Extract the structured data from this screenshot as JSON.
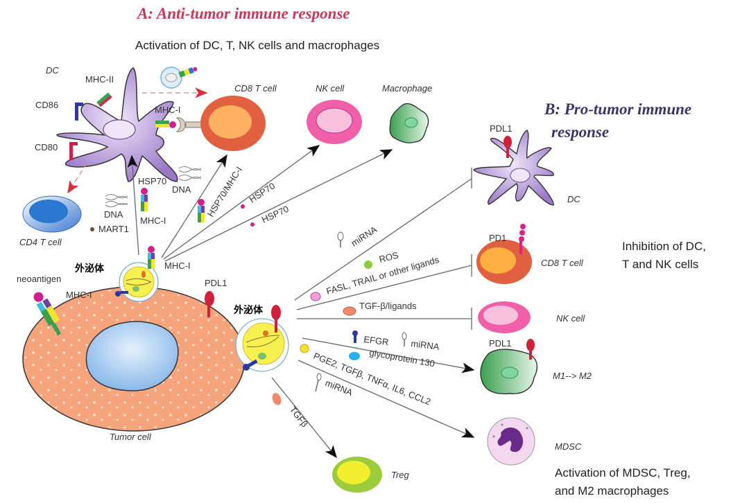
{
  "titles": {
    "section_a": "A: Anti-tumor immune response",
    "section_a_subtitle": "Activation of DC, T, NK cells and macrophages",
    "section_b_line1": "B: Pro-tumor immune",
    "section_b_line2": "response"
  },
  "colors": {
    "title_a": "#c8375a",
    "title_b": "#3a3568",
    "tumor_cytoplasm": "#f5a47c",
    "tumor_nucleus": "#a9cdf0",
    "dc_body": "#b79ad6",
    "cd8_outer": "#e06040",
    "cd8_inner": "#ffb060",
    "nk_outer": "#f060a8",
    "nk_inner": "#f8b8dc",
    "macrophage": "#5cb86c",
    "treg_outer": "#9ccc3c",
    "treg_inner": "#f2ee30",
    "mdsc": "#f3d8ef",
    "exosome": "#f6f050"
  },
  "panel_a": {
    "cells": {
      "dc": "DC",
      "cd4": "CD4 T cell",
      "cd8": "CD8 T cell",
      "nk": "NK cell",
      "macrophage": "Macrophage",
      "tumor": "Tumor cell"
    },
    "dc_markers": {
      "mhc2": "MHC-II",
      "cd86": "CD86",
      "cd80": "CD80",
      "mhc1": "MHC-I"
    },
    "labels": {
      "hsp70_a": "HSP70",
      "dna_a": "DNA",
      "dna_b": "DNA",
      "mhc1_a": "MHC-I",
      "mart1": "MART1",
      "hsp70_mhc1": "HSP70/MHC-I",
      "hsp70_b": "HSP70",
      "hsp70_c": "HSP70",
      "mhc1_exo": "MHC-I",
      "exosome_top": "外泌体",
      "neoantigen": "neoantigen",
      "mhc1_tumor": "MHC-I",
      "pdl1_tumor": "PDL1",
      "exosome_right": "外泌体"
    }
  },
  "panel_b": {
    "cells": {
      "dc": "DC",
      "cd8": "CD8 T cell",
      "nk": "NK cell",
      "m1m2": "M1--> M2",
      "mdsc": "MDSC",
      "treg": "Treg"
    },
    "markers": {
      "pdl1_dc": "PDL1",
      "pd1": "PD1",
      "pdl1_mac": "PDL1"
    },
    "signals": {
      "mirna_1": "miRNA",
      "ros": "ROS",
      "fasl": "FASL, TRAIL or other ligands",
      "tgf_ligands": "TGF-β/ligands",
      "efgr": "EFGR",
      "mirna_2": "miRNA",
      "gp130": "glycoprotein 130",
      "pge2": "PGE2, TGFβ, TNFα, IL6, CCL2",
      "mirna_3": "miRNA",
      "tgfb": "TGFβ"
    },
    "outcomes": {
      "inhibition_line1": "Inhibition of DC,",
      "inhibition_line2": "T and NK cells",
      "activation_line1": "Activation of MDSC, Treg,",
      "activation_line2": "and M2 macrophages"
    }
  }
}
